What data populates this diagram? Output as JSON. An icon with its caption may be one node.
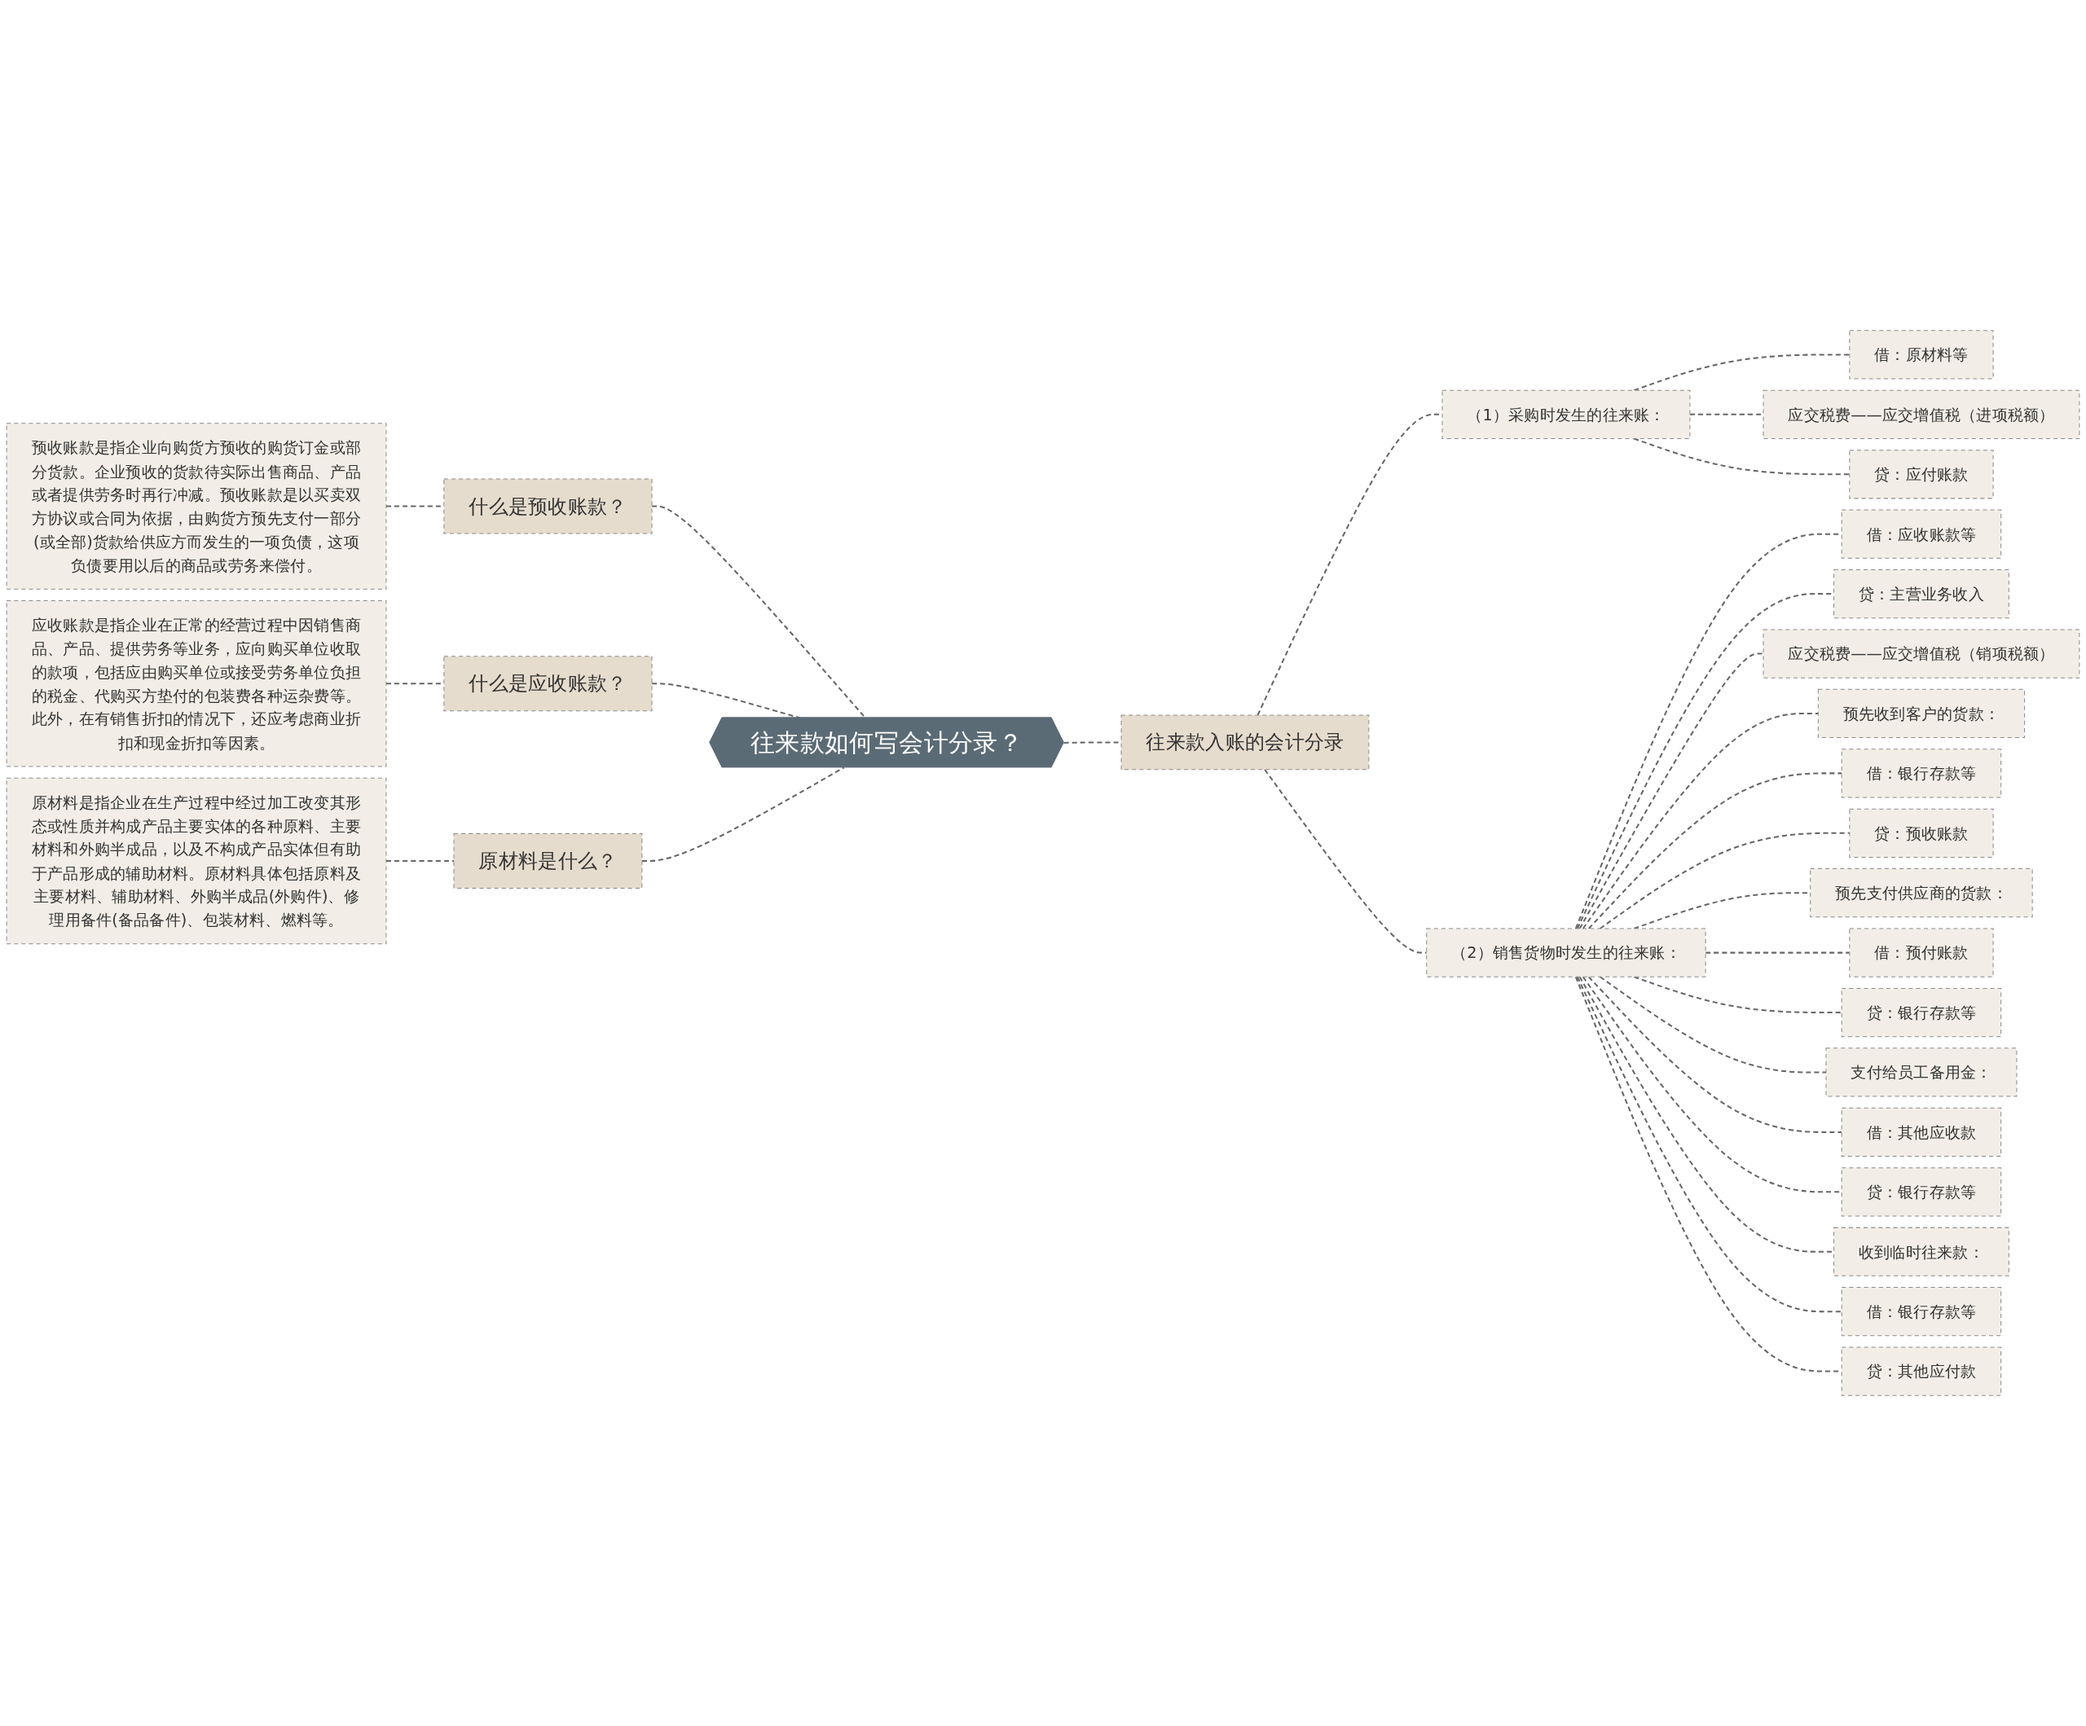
{
  "diagram": {
    "nodes": [
      {
        "text": [
          "往来款如何写会计分录？"
        ]
      },
      {
        "text": [
          "往来款入账的会计分录"
        ]
      },
      {
        "text": [
          "（1）采购时发生的往来账："
        ]
      },
      {
        "text": [
          "借：原材料等"
        ]
      },
      {
        "text": [
          "应交税费——应交增值税（进项税额）"
        ]
      },
      {
        "text": [
          "贷：应付账款"
        ]
      },
      {
        "text": [
          "（2）销售货物时发生的往来账："
        ]
      },
      {
        "text": [
          "借：应收账款等"
        ]
      },
      {
        "text": [
          "贷：主营业务收入"
        ]
      },
      {
        "text": [
          "应交税费——应交增值税（销项税额）"
        ]
      },
      {
        "text": [
          "预先收到客户的货款："
        ]
      },
      {
        "text": [
          "借：银行存款等"
        ]
      },
      {
        "text": [
          "贷：预收账款"
        ]
      },
      {
        "text": [
          "预先支付供应商的货款："
        ]
      },
      {
        "text": [
          "借：预付账款"
        ]
      },
      {
        "text": [
          "贷：银行存款等"
        ]
      },
      {
        "text": [
          "支付给员工备用金："
        ]
      },
      {
        "text": [
          "借：其他应收款"
        ]
      },
      {
        "text": [
          "贷：银行存款等"
        ]
      },
      {
        "text": [
          "收到临时往来款："
        ]
      },
      {
        "text": [
          "借：银行存款等"
        ]
      },
      {
        "text": [
          "贷：其他应付款"
        ]
      },
      {
        "text": [
          "什么是预收账款？"
        ]
      },
      {
        "text": [
          "预收账款是指企业向购货方预收的购货订金或部分货款。企业预收的货款待实际出售商品、产品或者提供劳务时再行冲减。预收账款是以买卖双方协议或合同为依据，由购货方预先支付一部分(或全部)货款给供应方而发生的一项负债，这项负债要用以后的商品或劳务来偿付。"
        ]
      },
      {
        "text": [
          "什么是应收账款？"
        ]
      },
      {
        "text": [
          "应收账款是指企业在正常的经营过程中因销售商品、产品、提供劳务等业务，应向购买单位收取的款项，包括应由购买单位或接受劳务单位负担的税金、代购买方垫付的包装费各种运杂费等。此外，在有销售折扣的情况下，还应考虑商业折扣和现金折扣等因素。"
        ]
      },
      {
        "text": [
          "原材料是什么？"
        ]
      },
      {
        "text": [
          "原材料是指企业在生产过程中经过加工改变其形态或性质并构成产品主要实体的各种原料、主要材料和外购半成品，以及不构成产品实体但有助于产品形成的辅助材料。原材料具体包括原料及主要材料、辅助材料、外购半成品(外购件)、修理用备件(备品备件)、包装材料、燃料等。"
        ]
      }
    ],
    "edges": [
      {
        "from": 0,
        "to": 1,
        "arrow": "none",
        "style": "dashed"
      },
      {
        "from": 1,
        "to": 2,
        "arrow": "none",
        "style": "dashed"
      },
      {
        "from": 2,
        "to": 3,
        "arrow": "none",
        "style": "dashed"
      },
      {
        "from": 2,
        "to": 4,
        "arrow": "none",
        "style": "dashed"
      },
      {
        "from": 2,
        "to": 5,
        "arrow": "none",
        "style": "dashed"
      },
      {
        "from": 1,
        "to": 6,
        "arrow": "none",
        "style": "dashed"
      },
      {
        "from": 6,
        "to": 7,
        "arrow": "none",
        "style": "dashed"
      },
      {
        "from": 6,
        "to": 8,
        "arrow": "none",
        "style": "dashed"
      },
      {
        "from": 6,
        "to": 9,
        "arrow": "none",
        "style": "dashed"
      },
      {
        "from": 6,
        "to": 10,
        "arrow": "none",
        "style": "dashed"
      },
      {
        "from": 6,
        "to": 11,
        "arrow": "none",
        "style": "dashed"
      },
      {
        "from": 6,
        "to": 12,
        "arrow": "none",
        "style": "dashed"
      },
      {
        "from": 6,
        "to": 13,
        "arrow": "none",
        "style": "dashed"
      },
      {
        "from": 6,
        "to": 14,
        "arrow": "none",
        "style": "dashed"
      },
      {
        "from": 6,
        "to": 15,
        "arrow": "none",
        "style": "dashed"
      },
      {
        "from": 6,
        "to": 16,
        "arrow": "none",
        "style": "dashed"
      },
      {
        "from": 6,
        "to": 17,
        "arrow": "none",
        "style": "dashed"
      },
      {
        "from": 6,
        "to": 18,
        "arrow": "none",
        "style": "dashed"
      },
      {
        "from": 6,
        "to": 19,
        "arrow": "none",
        "style": "dashed"
      },
      {
        "from": 6,
        "to": 20,
        "arrow": "none",
        "style": "dashed"
      },
      {
        "from": 6,
        "to": 21,
        "arrow": "none",
        "style": "dashed"
      },
      {
        "from": 22,
        "to": 0,
        "arrow": "none",
        "style": "dashed"
      },
      {
        "from": 23,
        "to": 22,
        "arrow": "none",
        "style": "dashed"
      },
      {
        "from": 25,
        "to": 24,
        "arrow": "none",
        "style": "dashed"
      },
      {
        "from": 24,
        "to": 0,
        "arrow": "none",
        "style": "dashed"
      },
      {
        "from": 27,
        "to": 26,
        "arrow": "none",
        "style": "dashed"
      },
      {
        "from": 26,
        "to": 0,
        "arrow": "none",
        "style": "dashed"
      }
    ]
  }
}
